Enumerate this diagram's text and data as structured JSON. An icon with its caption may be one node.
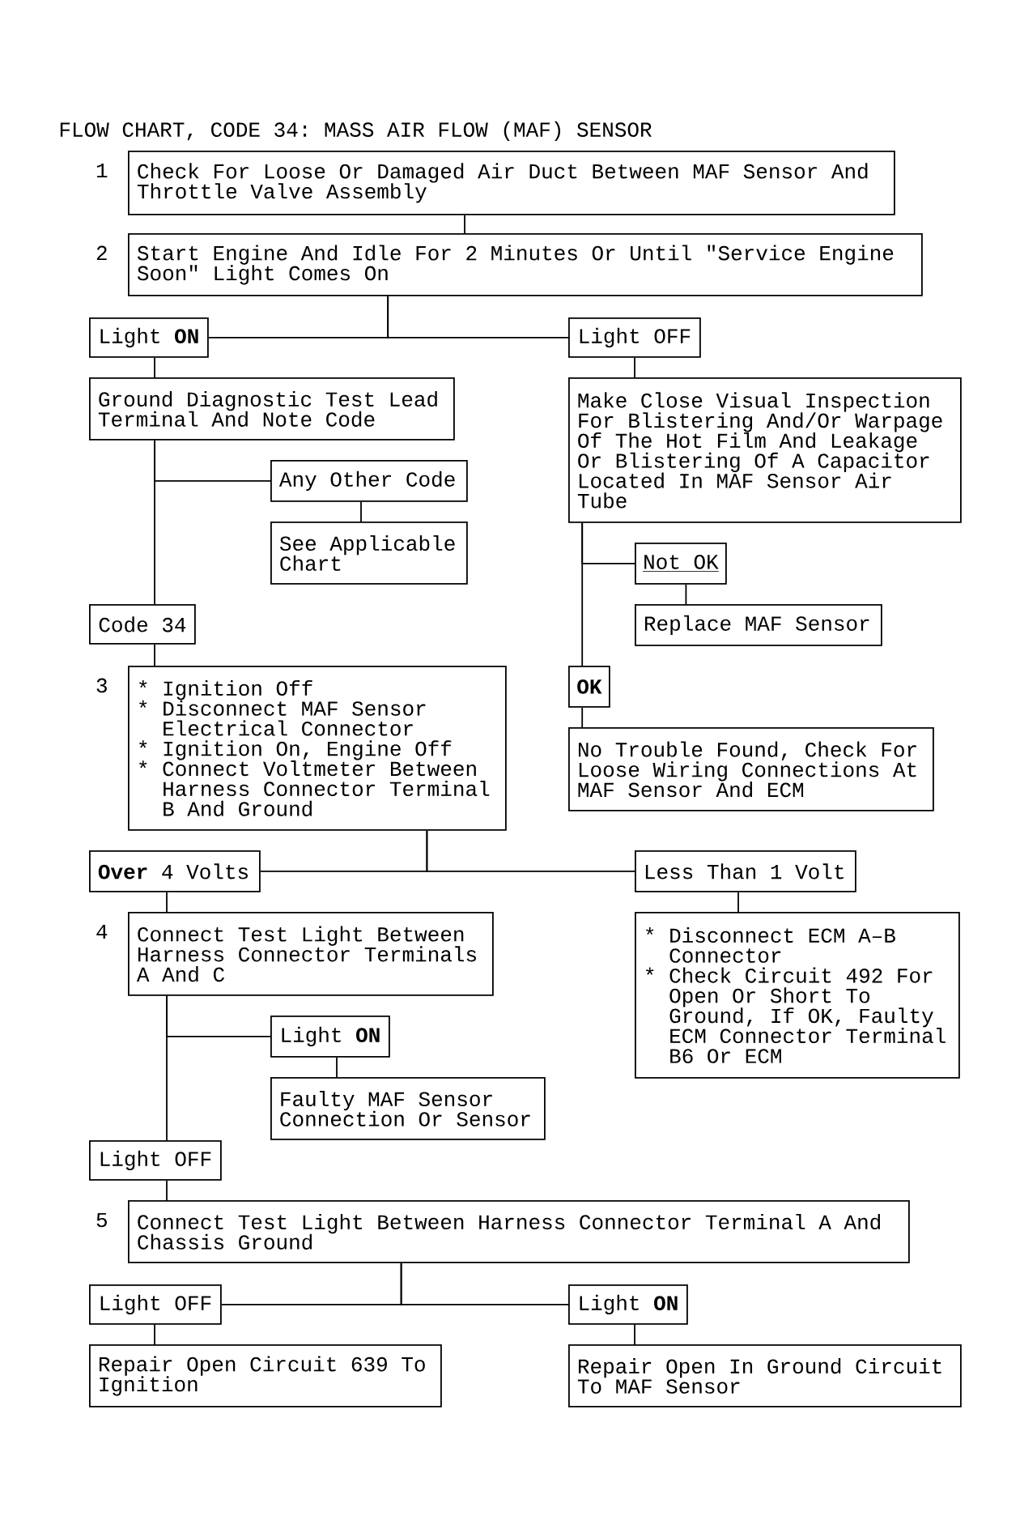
{
  "diagram": {
    "title": "FLOW CHART, CODE 34: MASS AIR FLOW (MAF) SENSOR",
    "nodes": [
      {
        "text": [
          "Check For Loose Or Damaged Air Duct Between MAF Sensor And Throttle Valve Assembly"
        ],
        "beside": [
          "1"
        ]
      },
      {
        "text": [
          "Start Engine And Idle For 2 Minutes Or Until \"Service Engine Soon\" Light Comes On"
        ],
        "beside": [
          "2"
        ]
      },
      {
        "text": [
          "Light **ON**"
        ]
      },
      {
        "text": [
          "Light OFF"
        ]
      },
      {
        "text": [
          "Ground Diagnostic Test Lead Terminal And Note Code"
        ]
      },
      {
        "text": [
          "Make Close Visual Inspection For Blistering And/Or Warpage Of The Hot Film And Leakage Or Blistering Of A Capacitor Located In MAF Sensor Air Tube"
        ]
      },
      {
        "text": [
          "Any Other Code"
        ]
      },
      {
        "text": [
          "See Applicable Chart"
        ]
      },
      {
        "text": [
          "Code 34"
        ]
      },
      {
        "text": [
          "Not OK"
        ]
      },
      {
        "text": [
          "Replace MAF Sensor"
        ]
      },
      {
        "text": [
          "OK"
        ]
      },
      {
        "text": [
          "No Trouble Found, Check For Loose Wiring Connections At MAF Sensor And ECM"
        ]
      },
      {
        "text": [
          "* Ignition Off",
          "* Disconnect MAF Sensor Electrical Connector",
          "* Ignition On, Engine Off",
          "* Connect Voltmeter Between Harness Connector Terminal B And Ground"
        ],
        "beside": [
          "3"
        ]
      },
      {
        "text": [
          "**Over** 4 Volts"
        ]
      },
      {
        "text": [
          "Less Than 1 Volt"
        ]
      },
      {
        "text": [
          "Connect Test Light Between Harness Connector Terminals A And C"
        ],
        "beside": [
          "4"
        ]
      },
      {
        "text": [
          "* Disconnect ECM A–B Connector",
          "* Check Circuit 492 For Open Or Short To Ground, If OK, Faulty ECM Connector Terminal B6 Or ECM"
        ]
      },
      {
        "text": [
          "Light **ON**"
        ]
      },
      {
        "text": [
          "Faulty MAF Sensor Connection Or Sensor"
        ]
      },
      {
        "text": [
          "Light OFF"
        ]
      },
      {
        "text": [
          "Connect Test Light Between Harness Connector Terminal A And Chassis Ground"
        ],
        "beside": [
          "5"
        ]
      },
      {
        "text": [
          "Light OFF"
        ]
      },
      {
        "text": [
          "Light **ON**"
        ]
      },
      {
        "text": [
          "Repair Open Circuit 639 To Ignition"
        ]
      },
      {
        "text": [
          "Repair Open In Ground Circuit To MAF Sensor"
        ]
      }
    ],
    "edges": [
      {
        "from": 0,
        "to": 1,
        "arrow": "none"
      },
      {
        "from": 1,
        "to": 2,
        "arrow": "none"
      },
      {
        "from": 1,
        "to": 3,
        "arrow": "none"
      },
      {
        "from": 2,
        "to": 4,
        "arrow": "none"
      },
      {
        "from": 3,
        "to": 5,
        "arrow": "none"
      },
      {
        "from": 4,
        "to": 6,
        "arrow": "none"
      },
      {
        "from": 6,
        "to": 7,
        "arrow": "none"
      },
      {
        "from": 4,
        "to": 8,
        "arrow": "none"
      },
      {
        "from": 5,
        "to": 9,
        "arrow": "none"
      },
      {
        "from": 9,
        "to": 10,
        "arrow": "none"
      },
      {
        "from": 5,
        "to": 11,
        "arrow": "none"
      },
      {
        "from": 11,
        "to": 12,
        "arrow": "none"
      },
      {
        "from": 8,
        "to": 13,
        "arrow": "none"
      },
      {
        "from": 13,
        "to": 14,
        "arrow": "none"
      },
      {
        "from": 13,
        "to": 15,
        "arrow": "none"
      },
      {
        "from": 14,
        "to": 16,
        "arrow": "none"
      },
      {
        "from": 15,
        "to": 17,
        "arrow": "none"
      },
      {
        "from": 16,
        "to": 18,
        "arrow": "none"
      },
      {
        "from": 18,
        "to": 19,
        "arrow": "none"
      },
      {
        "from": 16,
        "to": 20,
        "arrow": "none"
      },
      {
        "from": 20,
        "to": 21,
        "arrow": "none"
      },
      {
        "from": 21,
        "to": 22,
        "arrow": "none"
      },
      {
        "from": 21,
        "to": 23,
        "arrow": "none"
      },
      {
        "from": 22,
        "to": 24,
        "arrow": "none"
      },
      {
        "from": 23,
        "to": 25,
        "arrow": "none"
      }
    ]
  }
}
